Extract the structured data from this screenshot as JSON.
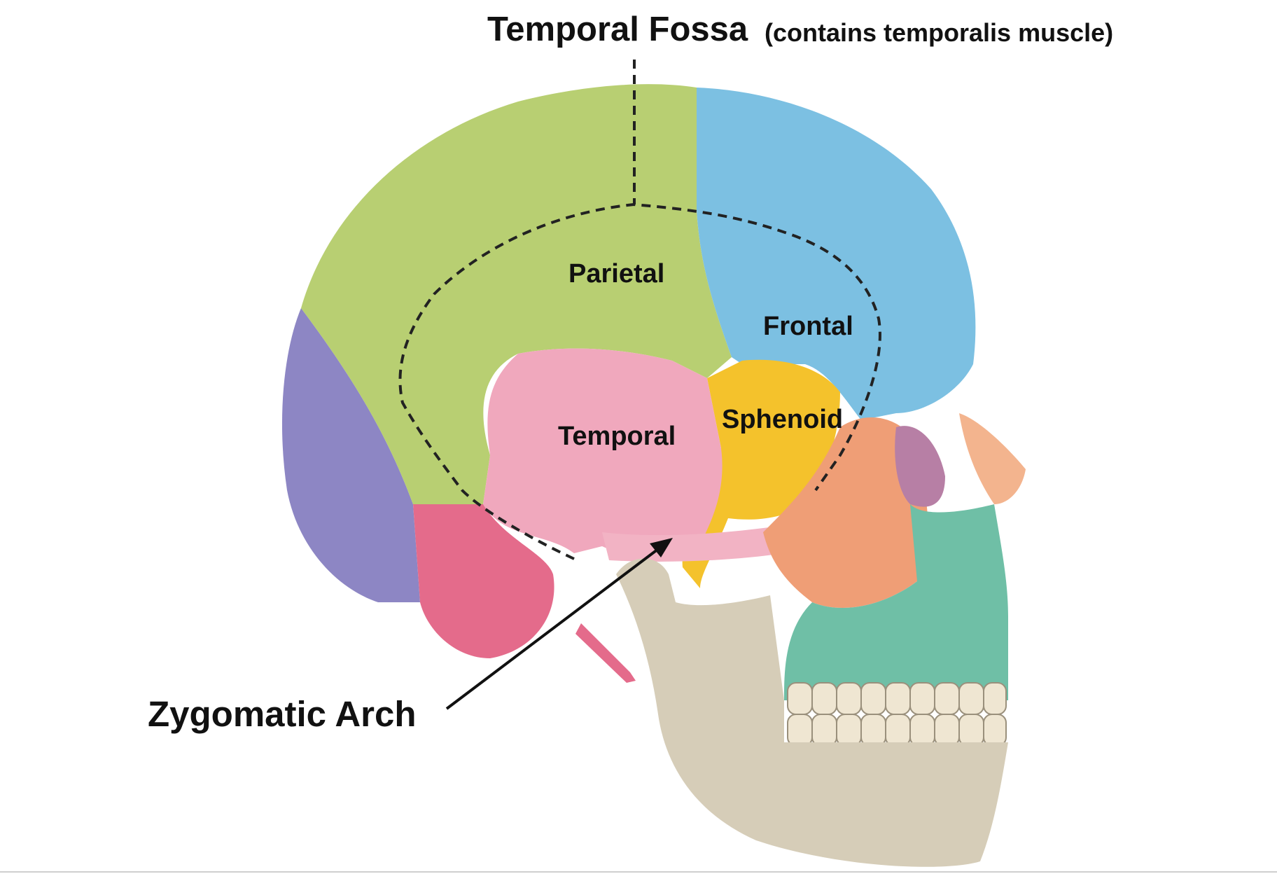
{
  "title": {
    "main": "Temporal Fossa",
    "sub": "(contains temporalis muscle)"
  },
  "bone_labels": {
    "parietal": "Parietal",
    "frontal": "Frontal",
    "sphenoid": "Sphenoid",
    "temporal": "Temporal"
  },
  "callout": {
    "zygomatic_arch": "Zygomatic Arch"
  },
  "colors": {
    "parietal": "#b8cf72",
    "frontal": "#7cc0e2",
    "occipital": "#8d86c4",
    "temporal": "#f0a8bd",
    "sphenoid": "#f4c22c",
    "zygomatic": "#ef9e76",
    "maxilla": "#6fbfa6",
    "mandible": "#d6cdb8",
    "nasal_orbit": "#b77fa5",
    "label_text": "#111111",
    "fossa_outline": "#222222"
  }
}
